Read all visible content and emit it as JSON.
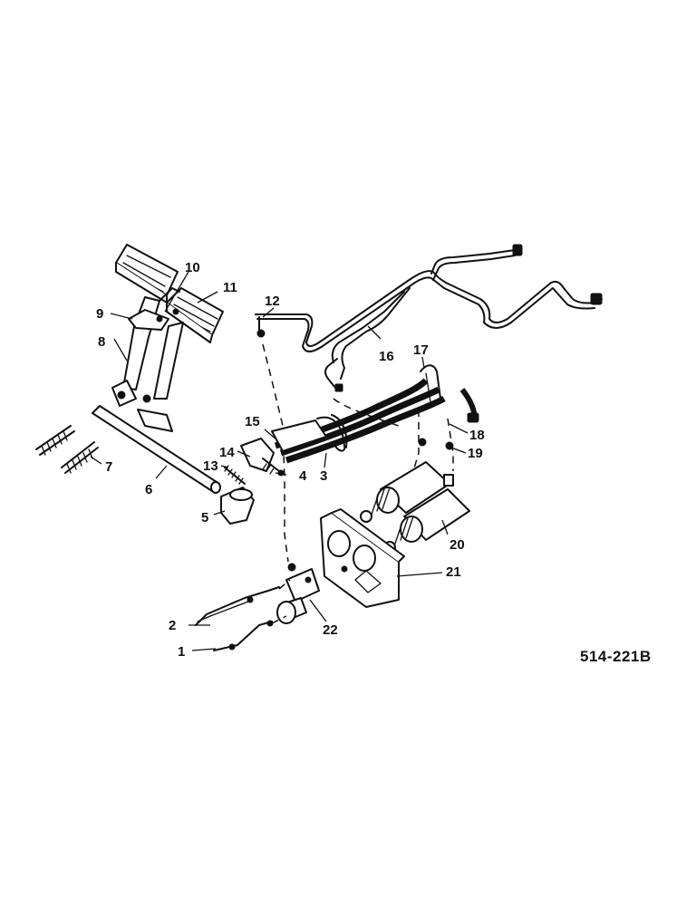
{
  "diagram": {
    "reference_code": "514-221B",
    "callouts": [
      "1",
      "2",
      "3",
      "4",
      "5",
      "6",
      "7",
      "8",
      "9",
      "10",
      "11",
      "12",
      "13",
      "14",
      "15",
      "16",
      "17",
      "18",
      "19",
      "20",
      "21",
      "22"
    ]
  }
}
